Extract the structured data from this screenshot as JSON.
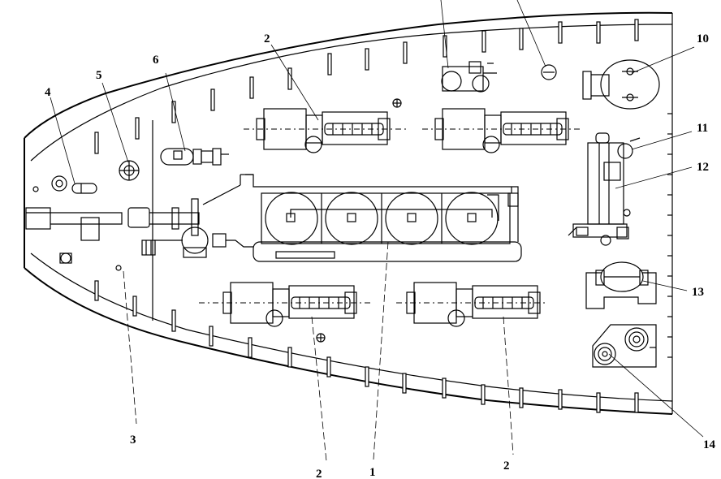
{
  "labels": {
    "l1": "1",
    "l2a": "2",
    "l2b": "2",
    "l2c": "2",
    "l3": "3",
    "l4": "4",
    "l5": "5",
    "l6": "6",
    "l10": "10",
    "l11": "11",
    "l12": "12",
    "l13": "13",
    "l14": "14"
  }
}
